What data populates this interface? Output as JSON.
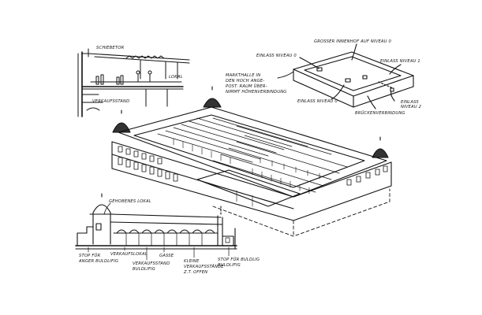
{
  "annotations": {
    "schiebetor": "SCHIEBETOR",
    "lokal_top": "LOKAL",
    "verkaufsstand_top": "VERKAUFSSTAND",
    "einlass_niveau_0_top": "EINLASS NIVEAU 0",
    "grosser_innenhof": "GROSSER INNENHOF AUF NIVEAU 0",
    "einlass_niveau_1": "EINLASS NIVEAU 1",
    "markthalle_1": "MARKTHALLE IN",
    "markthalle_2": "DEN HOCH ANGE-",
    "markthalle_3": "POST. RAUM ÜBER-",
    "markthalle_4": "NIMMT HÖHENVERBINDUNG",
    "einlass_niveau_0_mid": "EINLASS NIVEAU 0",
    "einlass_niveau_2_a": "EINLASS",
    "einlass_niveau_2_b": "NIVEAU 2",
    "bruckenverbindung": "BRÜCKENVERBINDUNG",
    "gehobenes_lokal": "GEHOBENES LOKAL",
    "stop_a_1": "STOP FÜR",
    "stop_a_2": "ANGER BULDLIFIG",
    "verkaufslokal": "VERKAUFSLOKAL",
    "verkaufsstand_1": "VERKAUFSSTAND",
    "verkaufsstand_2": "BULDLIFIG",
    "gasse": "GASSE",
    "kleine_1": "KLEINE",
    "kleine_2": "VERKAUFSSTÄNDE",
    "kleine_3": "Z.T. OFFEN",
    "stop_b_1": "STOP FÜR BULDLIG",
    "stop_b_2": "BULDLIFIG"
  }
}
